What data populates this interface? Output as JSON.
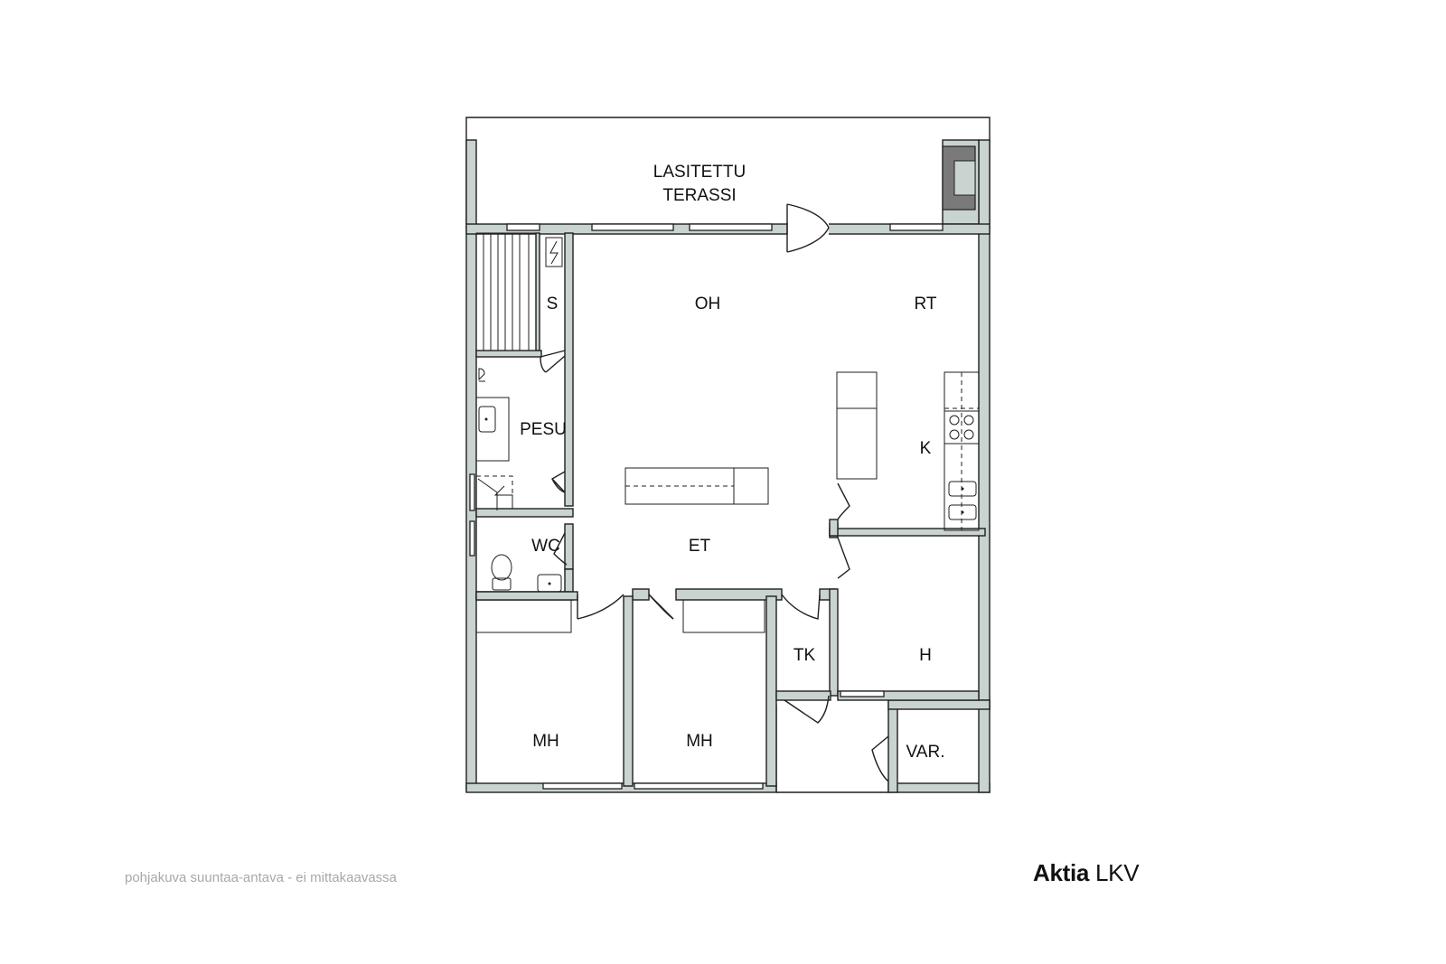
{
  "rooms": {
    "terrace_line1": "LASITETTU",
    "terrace_line2": "TERASSI",
    "s": "S",
    "oh": "OH",
    "rt": "RT",
    "pesu": "PESU",
    "k": "K",
    "wc": "WC",
    "et": "ET",
    "tk": "TK",
    "h": "H",
    "mh1": "MH",
    "mh2": "MH",
    "var": "VAR."
  },
  "caption": "pohjakuva suuntaa-antava - ei mittakaavassa",
  "brand": {
    "bold": "Aktia",
    "regular": " LKV"
  },
  "colors": {
    "wall": "#c9d3d0",
    "ink": "#1f1f1f",
    "caption": "#a8a8a8"
  }
}
